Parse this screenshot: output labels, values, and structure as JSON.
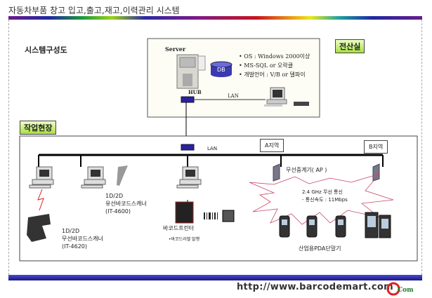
{
  "header": {
    "title": "자동차부품 창고 입고,출고,재고,이력관리 시스템"
  },
  "section_title": "시스템구성도",
  "server_room": {
    "label": "전산실",
    "server_label": "Server",
    "db_label": "DB",
    "specs": [
      "• OS : Windows 2000이상",
      "• MS-SQL or 오락클",
      "• 개발언어 : V/B or 델파이"
    ],
    "hub_label": "HUB",
    "lan_label": "LAN"
  },
  "workplace": {
    "label": "작업현장",
    "lan_label": "LAN",
    "zone_a": "A지역",
    "zone_b": "B지역",
    "ap_label": "무선중계기( AP )",
    "wireless": [
      "2.4 GHz 무선 통신",
      "-  통신속도 : 11Mbps"
    ],
    "wired_scanner": [
      "1D/2D",
      "유선바코드스캐너",
      "(IT-4600)"
    ],
    "wireless_scanner": [
      "1D/2D",
      "무선바코드스캐너",
      "(IT-4620)"
    ],
    "printer_label": "바코드프린터",
    "printer_note": "•바코드라벨 발행",
    "pda_label": "산업용PDA단말기"
  },
  "footer": {
    "url": "http://www.barcodemart.com",
    "logo": "iCom"
  }
}
